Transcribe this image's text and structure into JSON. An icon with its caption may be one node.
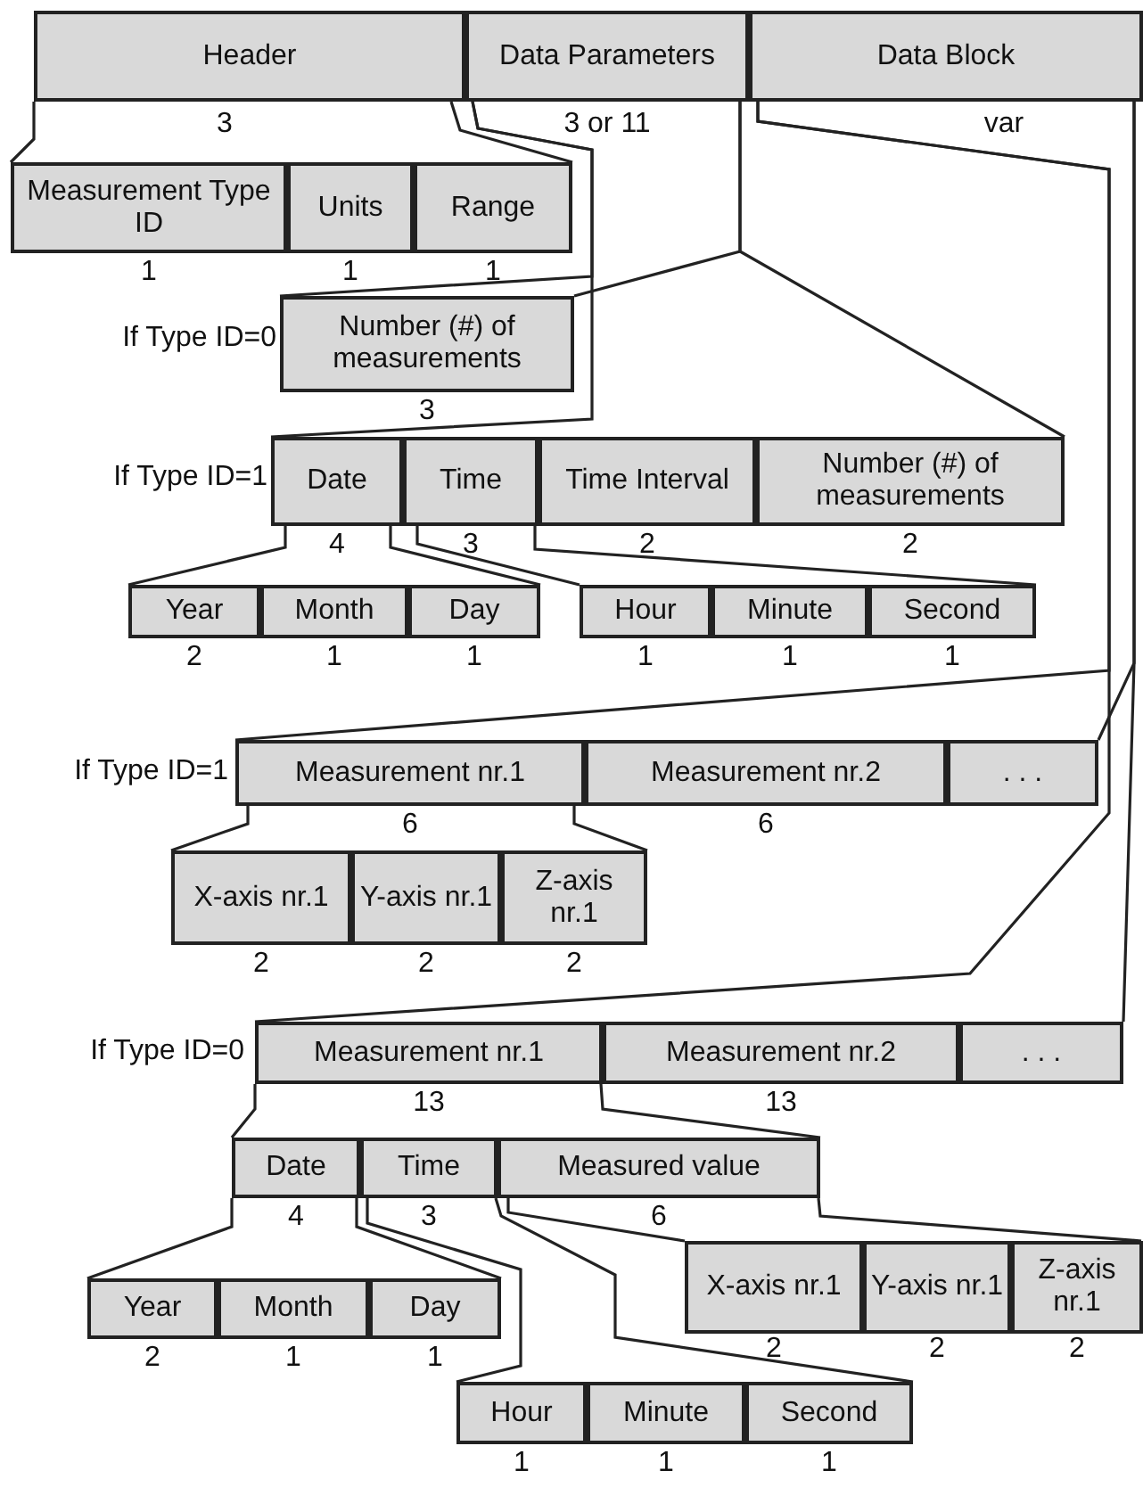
{
  "diagram": {
    "nodes": [
      {
        "text": [
          "Header"
        ],
        "beside": [
          "3"
        ]
      },
      {
        "text": [
          "Data Parameters"
        ],
        "beside": [
          "3 or 11"
        ]
      },
      {
        "text": [
          "Data Block"
        ],
        "beside": [
          "var"
        ]
      },
      {
        "text": [
          "Measurement Type ID"
        ],
        "beside": [
          "1"
        ]
      },
      {
        "text": [
          "Units"
        ],
        "beside": [
          "1"
        ]
      },
      {
        "text": [
          "Range"
        ],
        "beside": [
          "1"
        ]
      },
      {
        "text": [
          "Number (#) of measurements"
        ],
        "beside": [
          "3"
        ]
      },
      {
        "text": [
          "Date"
        ],
        "beside": [
          "4"
        ]
      },
      {
        "text": [
          "Time"
        ],
        "beside": [
          "3"
        ]
      },
      {
        "text": [
          "Time Interval"
        ],
        "beside": [
          "2"
        ]
      },
      {
        "text": [
          "Number (#) of measurements"
        ],
        "beside": [
          "2"
        ]
      },
      {
        "text": [
          "Year"
        ],
        "beside": [
          "2"
        ]
      },
      {
        "text": [
          "Month"
        ],
        "beside": [
          "1"
        ]
      },
      {
        "text": [
          "Day"
        ],
        "beside": [
          "1"
        ]
      },
      {
        "text": [
          "Hour"
        ],
        "beside": [
          "1"
        ]
      },
      {
        "text": [
          "Minute"
        ],
        "beside": [
          "1"
        ]
      },
      {
        "text": [
          "Second"
        ],
        "beside": [
          "1"
        ]
      },
      {
        "text": [
          "Measurement nr.1"
        ],
        "beside": [
          "6"
        ]
      },
      {
        "text": [
          "Measurement nr.2"
        ],
        "beside": [
          "6"
        ]
      },
      {
        "text": [
          ". . ."
        ]
      },
      {
        "text": [
          "X-axis nr.1"
        ],
        "beside": [
          "2"
        ]
      },
      {
        "text": [
          "Y-axis nr.1"
        ],
        "beside": [
          "2"
        ]
      },
      {
        "text": [
          "Z-axis nr.1"
        ],
        "beside": [
          "2"
        ]
      },
      {
        "text": [
          "Measurement nr.1"
        ],
        "beside": [
          "13"
        ]
      },
      {
        "text": [
          "Measurement nr.2"
        ],
        "beside": [
          "13"
        ]
      },
      {
        "text": [
          ". . ."
        ]
      },
      {
        "text": [
          "Date"
        ],
        "beside": [
          "4"
        ]
      },
      {
        "text": [
          "Time"
        ],
        "beside": [
          "3"
        ]
      },
      {
        "text": [
          "Measured value"
        ],
        "beside": [
          "6"
        ]
      },
      {
        "text": [
          "X-axis nr.1"
        ],
        "beside": [
          "2"
        ]
      },
      {
        "text": [
          "Y-axis nr.1"
        ],
        "beside": [
          "2"
        ]
      },
      {
        "text": [
          "Z-axis nr.1"
        ],
        "beside": [
          "2"
        ]
      },
      {
        "text": [
          "Year"
        ],
        "beside": [
          "2"
        ]
      },
      {
        "text": [
          "Month"
        ],
        "beside": [
          "1"
        ]
      },
      {
        "text": [
          "Day"
        ],
        "beside": [
          "1"
        ]
      },
      {
        "text": [
          "Hour"
        ],
        "beside": [
          "1"
        ]
      },
      {
        "text": [
          "Minute"
        ],
        "beside": [
          "1"
        ]
      },
      {
        "text": [
          "Second"
        ],
        "beside": [
          "1"
        ]
      }
    ],
    "edges": [
      {
        "from": 0,
        "to": 3,
        "arrow": "none"
      },
      {
        "from": 0,
        "to": 5,
        "arrow": "none"
      },
      {
        "from": 1,
        "to": 6,
        "arrow": "none"
      },
      {
        "from": 1,
        "to": 6,
        "arrow": "none"
      },
      {
        "from": 1,
        "to": 7,
        "arrow": "none"
      },
      {
        "from": 1,
        "to": 10,
        "arrow": "none"
      },
      {
        "from": 7,
        "to": 11,
        "arrow": "none"
      },
      {
        "from": 7,
        "to": 13,
        "arrow": "none"
      },
      {
        "from": 8,
        "to": 14,
        "arrow": "none"
      },
      {
        "from": 8,
        "to": 16,
        "arrow": "none"
      },
      {
        "from": 2,
        "to": 17,
        "arrow": "none"
      },
      {
        "from": 2,
        "to": 19,
        "arrow": "none"
      },
      {
        "from": 2,
        "to": 23,
        "arrow": "none"
      },
      {
        "from": 2,
        "to": 25,
        "arrow": "none"
      },
      {
        "from": 17,
        "to": 20,
        "arrow": "none"
      },
      {
        "from": 17,
        "to": 22,
        "arrow": "none"
      },
      {
        "from": 23,
        "to": 26,
        "arrow": "none"
      },
      {
        "from": 23,
        "to": 28,
        "arrow": "none"
      },
      {
        "from": 26,
        "to": 32,
        "arrow": "none"
      },
      {
        "from": 26,
        "to": 34,
        "arrow": "none"
      },
      {
        "from": 27,
        "to": 35,
        "arrow": "none"
      },
      {
        "from": 27,
        "to": 37,
        "arrow": "none"
      },
      {
        "from": 28,
        "to": 29,
        "arrow": "none"
      },
      {
        "from": 28,
        "to": 31,
        "arrow": "none"
      }
    ],
    "labels": [
      "If Type ID=0",
      "If Type ID=1",
      "If Type ID=1",
      "If Type ID=0"
    ]
  }
}
